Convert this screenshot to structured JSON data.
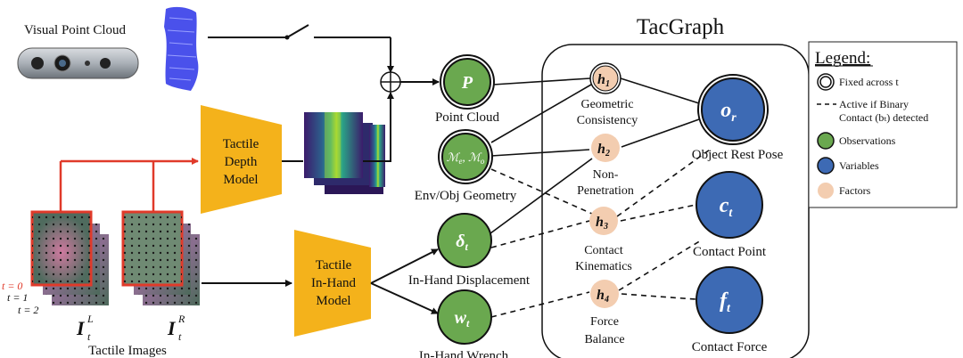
{
  "title": "TacGraph",
  "inputs": {
    "visual_point_cloud": "Visual Point Cloud",
    "tactile_images": "Tactile Images",
    "time_labels": [
      "t = 0",
      "t = 1",
      "t = 2"
    ],
    "image_left_symbol": "I",
    "image_left_sup": "L",
    "image_left_sub": "t",
    "image_right_symbol": "I",
    "image_right_sup": "R",
    "image_right_sub": "t"
  },
  "models": {
    "depth": [
      "Tactile",
      "Depth",
      "Model"
    ],
    "inhand": [
      "Tactile",
      "In-Hand",
      "Model"
    ]
  },
  "observations": {
    "point_cloud": {
      "symbol": "P",
      "label": "Point Cloud"
    },
    "geometry": {
      "symbol": "ℳ",
      "label": "Env/Obj Geometry"
    },
    "displacement": {
      "symbol": "δ",
      "label": "In-Hand Displacement"
    },
    "wrench": {
      "symbol": "w",
      "label": "In-Hand Wrench"
    }
  },
  "factors": {
    "h1": {
      "symbol": "h",
      "sub": "1",
      "label": [
        "Geometric",
        "Consistency"
      ]
    },
    "h2": {
      "symbol": "h",
      "sub": "2",
      "label": [
        "Non-",
        "Penetration"
      ]
    },
    "h3": {
      "symbol": "h",
      "sub": "3",
      "label": [
        "Contact",
        "Kinematics"
      ]
    },
    "h4": {
      "symbol": "h",
      "sub": "4",
      "label": [
        "Force",
        "Balance"
      ]
    }
  },
  "variables": {
    "or": {
      "symbol": "o",
      "sub": "r",
      "label": "Object Rest Pose"
    },
    "ct": {
      "symbol": "c",
      "sub": "t",
      "label": "Contact Point"
    },
    "ft": {
      "symbol": "f",
      "sub": "t",
      "label": "Contact Force"
    }
  },
  "legend": {
    "title": "Legend:",
    "fixed": "Fixed across t",
    "active": [
      "Active if Binary",
      "Contact (bₜ) detected"
    ],
    "observations": "Observations",
    "variables": "Variables",
    "factors": "Factors"
  },
  "colors": {
    "observation": "#6aa84f",
    "variable": "#3d6ab4",
    "factor": "#f3cdb0",
    "model": "#f4b21b",
    "tactile_edge": "#e03a2a"
  }
}
